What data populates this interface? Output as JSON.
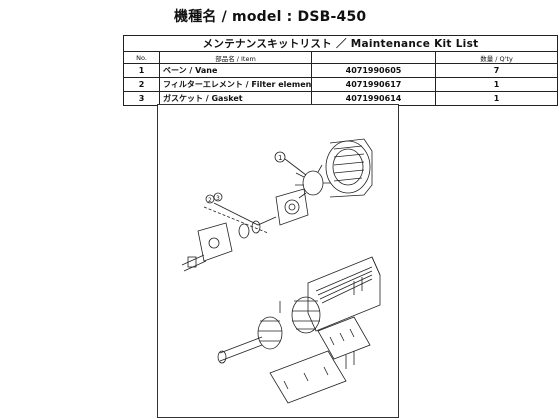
{
  "header": {
    "title": "機種名 / model  : DSB-450"
  },
  "kit_list": {
    "heading": "メンテナンスキットリスト ／ Maintenance Kit List",
    "columns": {
      "no": "No.",
      "name": "部品名 / Item",
      "part": "",
      "qty": "数量 / Q'ty"
    },
    "rows": [
      {
        "no": "1",
        "name": "ベーン / Vane",
        "part": "4071990605",
        "qty": "7"
      },
      {
        "no": "2",
        "name": "フィルターエレメント / Filter element",
        "part": "4071990617",
        "qty": "1"
      },
      {
        "no": "3",
        "name": "ガスケット / Gasket",
        "part": "4071990614",
        "qty": "1"
      }
    ]
  },
  "diagram": {
    "callouts": [
      "1",
      "2",
      "3"
    ],
    "line_color": "#222222"
  }
}
